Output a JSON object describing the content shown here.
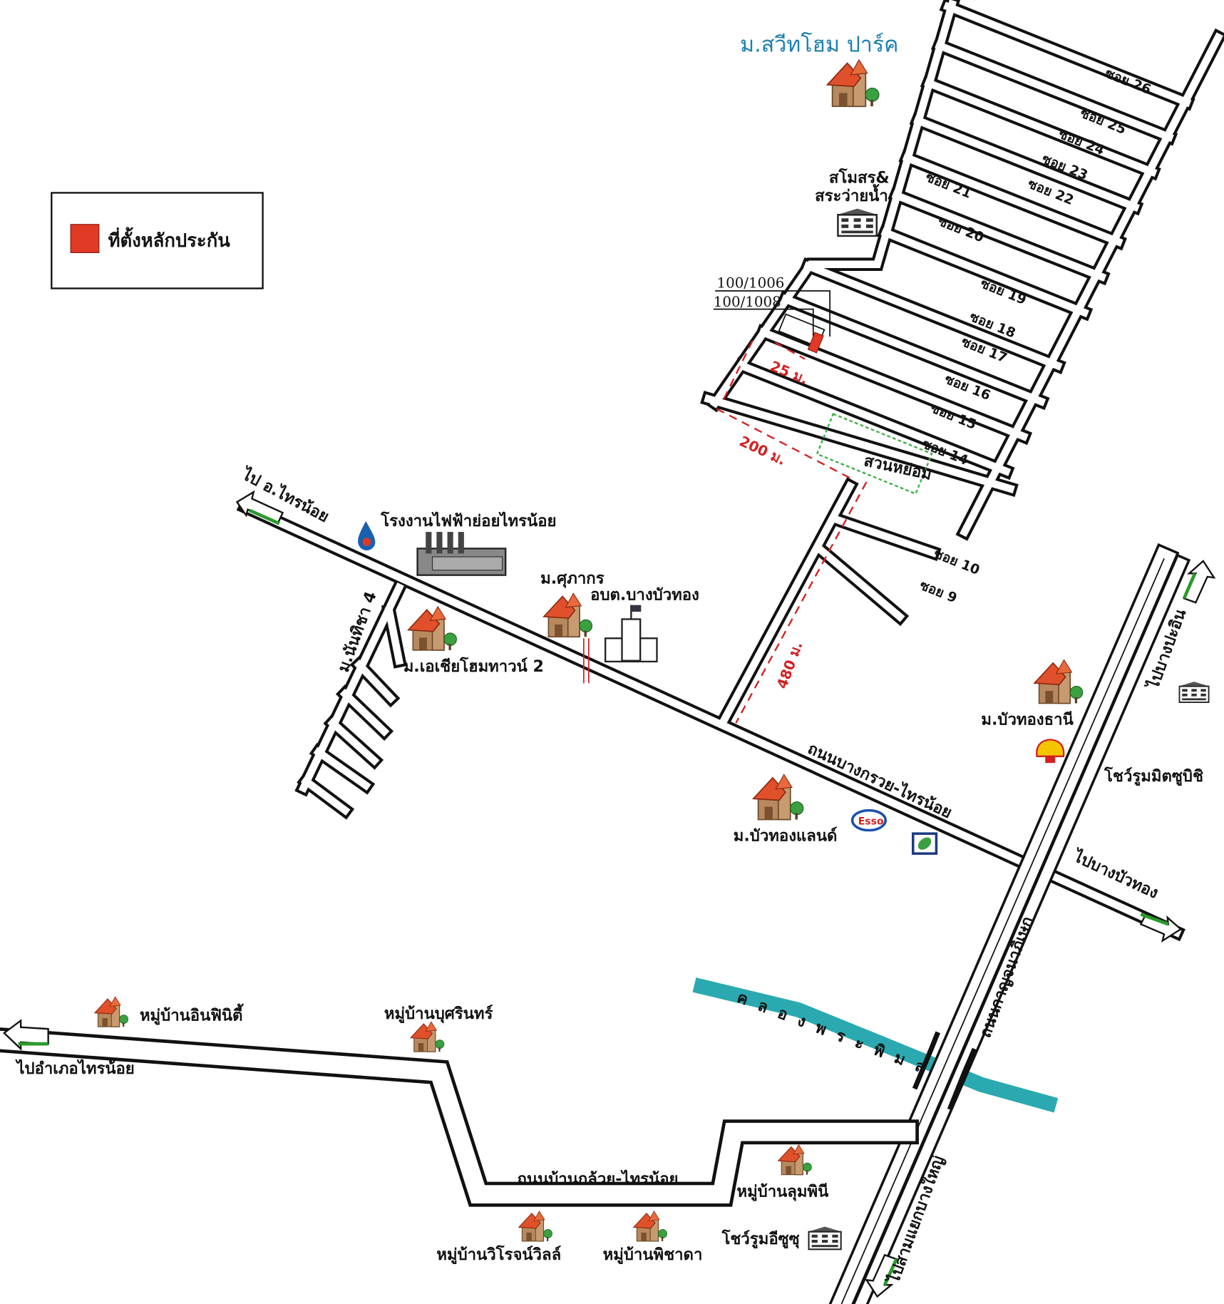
{
  "legend": {
    "label": "ที่ตั้งหลักประกัน",
    "color": "#e03a24"
  },
  "village": {
    "name": "ม.สวีทโฮม ปาร์ค",
    "clubhouse_line1": "สโมสร&",
    "clubhouse_line2": "สระว่ายน้ำ",
    "park": "สวนหย่อม"
  },
  "plots": {
    "plot1": "100/1006",
    "plot2": "100/1008"
  },
  "distances": {
    "d25": "25 ม.",
    "d200": "200 ม.",
    "d480": "480 ม."
  },
  "sois": [
    "ซอย 26",
    "ซอย 25",
    "ซอย 24",
    "ซอย 23",
    "ซอย 22",
    "ซอย 21",
    "ซอย 20",
    "ซอย 19",
    "ซอย 18",
    "ซอย 17",
    "ซอย 16",
    "ซอย 15",
    "ซอย 14",
    "ซอย 10",
    "ซอย 9"
  ],
  "roads": {
    "bangkruai": "ถนนบางกรวย-ไทรน้อย",
    "kanchana": "ถนนกาญจนาภิเษก",
    "bankluai": "ถนนบ้านกล้วย-ไทรน้อย",
    "to_sainoi": "ไป อ.ไทรน้อย",
    "to_bangbuathong": "ไปบางบัวทอง",
    "to_bangpain": "ไปบางปะอิน",
    "to_bangyai": "ไปสามแยกบางใหญ่",
    "to_amphoe_sainoi": "ไปอำเภอไทรน้อย",
    "canal": "คลองพระพิมล"
  },
  "places": {
    "power_plant": "โรงงานไฟฟ้าย่อยไทรน้อย",
    "suphakorn": "ม.ศุภากร",
    "obt": "อบต.บางบัวทอง",
    "asia_home": "ม.เอเชียโฮมทาวน์ 2",
    "nanthicha": "ม.นันทิชา 4",
    "buathong_thani": "ม.บัวทองธานี",
    "mitsubishi": "โชว์รูมมิตซูบิชิ",
    "buathong_land": "ม.บัวทองแลนด์",
    "esso": "Esso",
    "infinity": "หมู่บ้านอินฟินิตี้",
    "butsarin": "หมู่บ้านบุศรินทร์",
    "lumphini": "หมู่บ้านลุมพินี",
    "isuzu": "โชว์รูมอีซูซุ",
    "viroj": "หมู่บ้านวิโรจน์วิลล์",
    "phichada": "หมู่บ้านพิชาดา"
  },
  "colors": {
    "road": "#111111",
    "canal": "#2aaab0",
    "marker": "#e03a24",
    "arrow_tail": "#2a9a2a",
    "village_title": "#1a7fb0"
  }
}
